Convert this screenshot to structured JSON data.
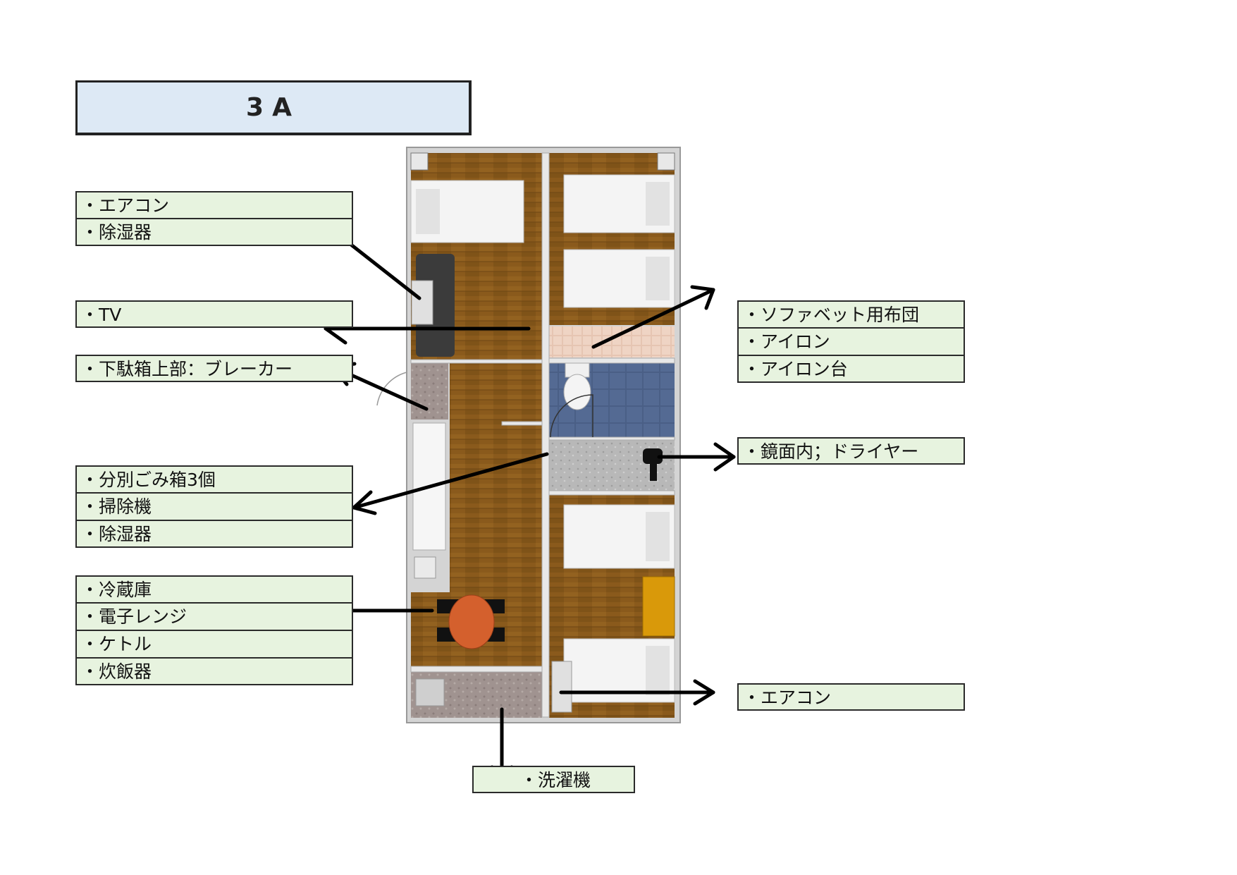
{
  "title": "3A",
  "labels": {
    "aircon_dehumidifier": [
      "・エアコン",
      "・除湿器"
    ],
    "tv": [
      "・TV"
    ],
    "breaker": [
      "・下駄箱上部：ブレーカー"
    ],
    "trash": [
      "・分別ごみ箱3個",
      "・掃除機",
      "・除湿器"
    ],
    "kitchen": [
      "・冷蔵庫",
      "・電子レンジ",
      "・ケトル",
      "・炊飯器"
    ],
    "sofa": [
      "・ソファベット用布団",
      "・アイロン",
      "・アイロン台"
    ],
    "mirror": [
      "・鏡面内；ドライヤー"
    ],
    "aircon2": [
      "・エアコン"
    ],
    "washer": [
      "・洗濯機"
    ]
  },
  "colors": {
    "floor_wood": "#8a5a1c",
    "wall": "#c9c9c9",
    "bathroom_tile": "#4a5f86",
    "label_bg": "#e7f3df",
    "title_bg": "#dde9f5"
  }
}
